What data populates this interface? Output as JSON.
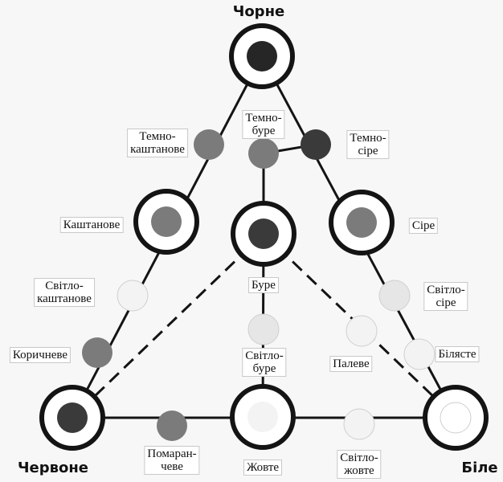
{
  "colors": {
    "line": "#141414",
    "black": "#262626",
    "dark_grey": "#3a3a3a",
    "grey": "#7b7b7b",
    "light": "#e6e6e6",
    "very_light": "#f3f3f3",
    "white": "#ffffff"
  },
  "labels": {
    "black": "Чорне",
    "red": "Червоне",
    "white": "Біле",
    "dark_chestnut": "Темно-\nкаштанове",
    "dark_brown": "Темно-\nбуре",
    "dark_grey": "Темно-\nсіре",
    "chestnut": "Каштанове",
    "grey": "Сіре",
    "brown": "Буре",
    "light_chestnut": "Світло-\nкаштанове",
    "light_grey": "Світло-\nсіре",
    "cinnamon_brown": "Коричневе",
    "light_brown": "Світло-\nбуре",
    "pale": "Палеве",
    "whitish": "Білясте",
    "orange": "Помаран-\nчеве",
    "yellow": "Жовте",
    "light_yellow": "Світло-\nжовте"
  },
  "nodes": [
    {
      "id": "black",
      "fill": "black",
      "ring": true
    },
    {
      "id": "red",
      "fill": "dark_grey",
      "ring": true
    },
    {
      "id": "white",
      "fill": "white",
      "ring": true
    },
    {
      "id": "dark_chestnut",
      "fill": "grey",
      "ring": false
    },
    {
      "id": "dark_brown",
      "fill": "grey",
      "ring": false
    },
    {
      "id": "dark_grey",
      "fill": "dark_grey",
      "ring": false
    },
    {
      "id": "chestnut",
      "fill": "grey",
      "ring": true
    },
    {
      "id": "grey",
      "fill": "grey",
      "ring": true
    },
    {
      "id": "brown",
      "fill": "dark_grey",
      "ring": true
    },
    {
      "id": "light_chestnut",
      "fill": "very_light",
      "ring": false
    },
    {
      "id": "light_grey",
      "fill": "light",
      "ring": false
    },
    {
      "id": "cinnamon_brown",
      "fill": "grey",
      "ring": false
    },
    {
      "id": "light_brown",
      "fill": "light",
      "ring": false
    },
    {
      "id": "pale",
      "fill": "very_light",
      "ring": false
    },
    {
      "id": "whitish",
      "fill": "very_light",
      "ring": false
    },
    {
      "id": "orange",
      "fill": "grey",
      "ring": false
    },
    {
      "id": "yellow",
      "fill": "very_light",
      "ring": true
    },
    {
      "id": "light_yellow",
      "fill": "very_light",
      "ring": false
    }
  ],
  "edges": [
    {
      "from": "black",
      "to": "red",
      "dashed": false
    },
    {
      "from": "black",
      "to": "white",
      "dashed": false
    },
    {
      "from": "red",
      "to": "white",
      "dashed": false
    },
    {
      "from": "dark_grey",
      "to": "dark_brown",
      "dashed": false
    },
    {
      "from": "dark_brown",
      "to": "brown",
      "dashed": false
    },
    {
      "from": "brown",
      "to": "yellow",
      "dashed": false
    },
    {
      "from": "brown",
      "to": "red",
      "dashed": true
    },
    {
      "from": "brown",
      "to": "white",
      "dashed": true
    }
  ]
}
